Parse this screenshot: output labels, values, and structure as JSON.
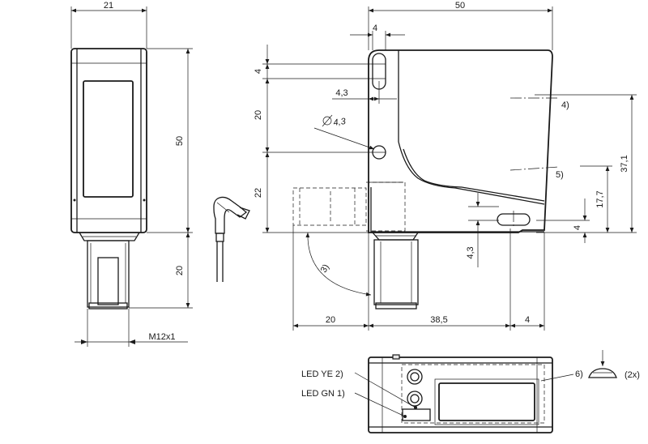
{
  "dimensions": {
    "front_width": "21",
    "front_height": "50",
    "connector_length": "20",
    "thread": "M12x1",
    "side_width": "50",
    "top_hole_spacing": "4",
    "hole_offset_top": "4",
    "hole_center_x": "4,3",
    "hole_pitch": "20",
    "hole_diameter": "4,3",
    "bottom_height": "22",
    "ref_4": "37,1",
    "ref_5": "17,7",
    "bottom_hole_height": "4",
    "bottom_hole_x": "4,3",
    "connector_offset": "20",
    "slot_position": "38,5",
    "slot_width": "4"
  },
  "callouts": {
    "rotation": "3)",
    "ref_4": "4)",
    "ref_5": "5)",
    "ref_6": "6)",
    "count": "(2x)"
  },
  "leds": {
    "yellow": "LED YE 2)",
    "green": "LED GN 1)"
  }
}
